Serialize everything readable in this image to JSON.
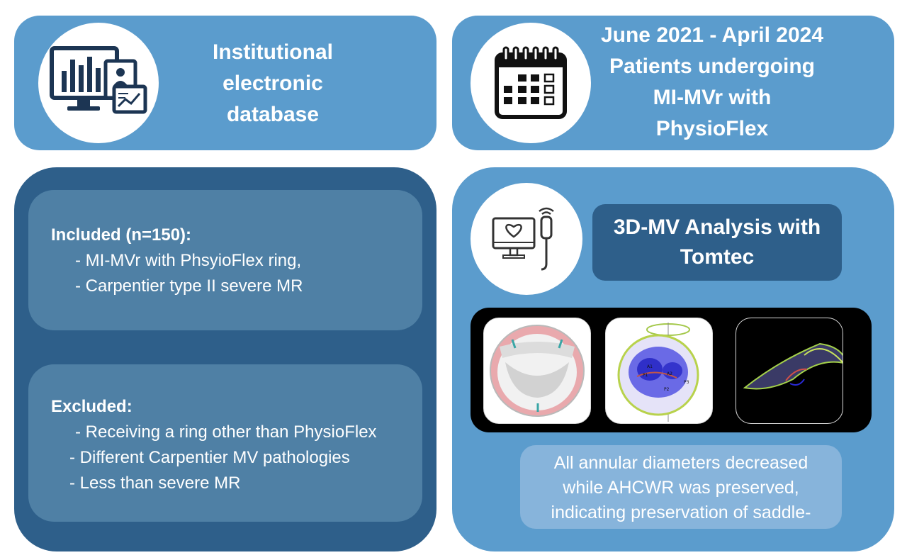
{
  "database_panel": {
    "icon": "computer-dashboard-icon",
    "lines": [
      "Institutional",
      "electronic",
      "database"
    ]
  },
  "dates_panel": {
    "icon": "calendar-icon",
    "lines": [
      "June 2021 - April 2024",
      "Patients undergoing",
      "MI-MVr with",
      "PhysioFlex"
    ]
  },
  "included": {
    "heading": "Included (n=150):",
    "items": [
      "- MI-MVr with PhsyioFlex ring,",
      "- Carpentier type II severe MR"
    ]
  },
  "excluded": {
    "heading": "Excluded:",
    "items": [
      "- Receiving a ring other than PhysioFlex",
      "- Different Carpentier MV pathologies",
      "- Less than severe MR"
    ]
  },
  "analysis": {
    "icon": "echocardiography-monitor-icon",
    "title": "3D-MV Analysis with Tomtec",
    "image_labels": [
      "A1",
      "A2",
      "P1",
      "P2",
      "P3"
    ],
    "result_lines": [
      "All annular diameters decreased",
      "while AHCWR was preserved,",
      "indicating preservation of saddle-"
    ]
  },
  "colors": {
    "light_panel": "#5b9ccd",
    "dark_panel": "#2e5f8a",
    "sub_box": "#4f80a5",
    "result_box": "#87b4db",
    "icon_navy": "#1c3553"
  }
}
